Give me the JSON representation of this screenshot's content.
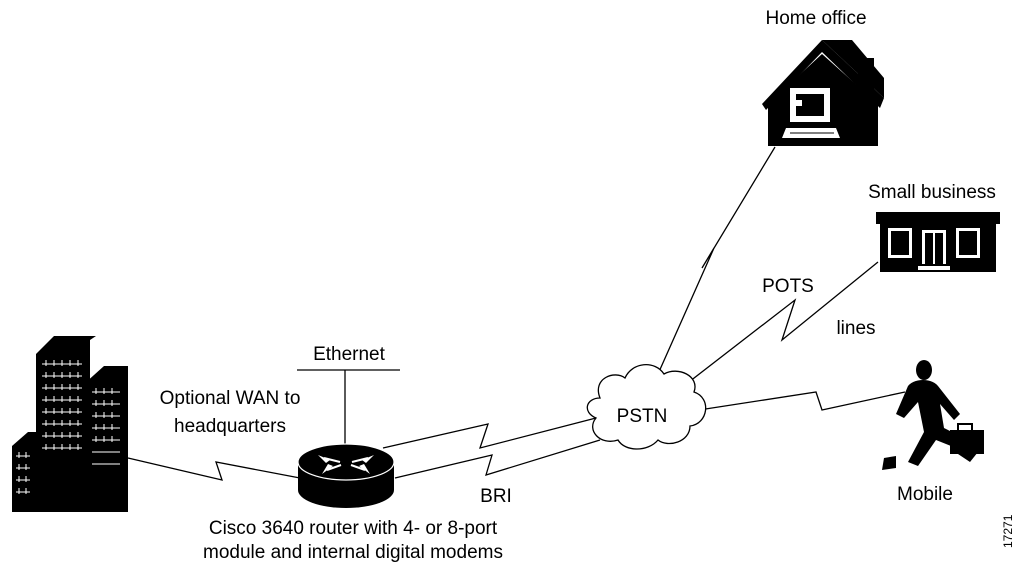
{
  "labels": {
    "home_office": "Home office",
    "small_business": "Small business",
    "pots": "POTS",
    "lines": "lines",
    "ethernet": "Ethernet",
    "wan_line1": "Optional WAN to",
    "wan_line2": "headquarters",
    "pstn": "PSTN",
    "bri": "BRI",
    "mobile": "Mobile",
    "router_line1": "Cisco 3640 router with 4- or 8-port",
    "router_line2": "module and internal digital modems",
    "figure_id": "17271"
  },
  "icons": {
    "headquarters": "office-buildings-icon",
    "router": "router-icon",
    "home": "house-with-computer-icon",
    "business": "storefront-icon",
    "mobile": "running-person-icon",
    "cloud": "cloud-icon"
  },
  "colors": {
    "ink": "#000000",
    "paper": "#ffffff"
  }
}
